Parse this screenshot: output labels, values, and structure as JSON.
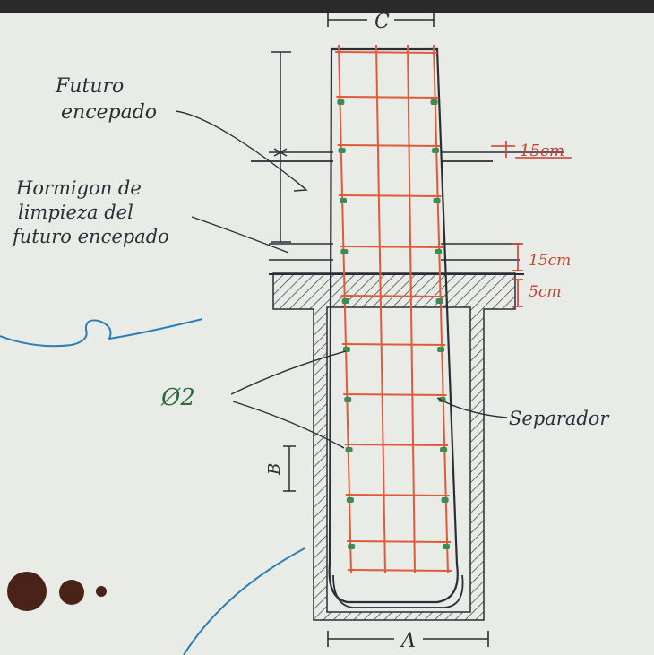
{
  "labels": {
    "c_dim": "C",
    "a_dim": "A",
    "b_dim": "B",
    "futuro_line1": "Futuro",
    "futuro_line2": "encepado",
    "hormigon_line1": "Hormigon de",
    "hormigon_line2": "limpieza del",
    "hormigon_line3": "futuro encepado",
    "dim_top": "15cm",
    "dim_mid": "15cm",
    "dim_low": "5cm",
    "separador": "Separador",
    "bar_symbol": "Ø2"
  },
  "colors": {
    "paper": "#e9ece6",
    "ink": "#2c2d36",
    "rebar": "#e05a3a",
    "dim_ink": "#c8402f",
    "separator": "#3f8a55",
    "blue_pen": "#2a7fb8",
    "brown_dot": "#4a2318"
  }
}
